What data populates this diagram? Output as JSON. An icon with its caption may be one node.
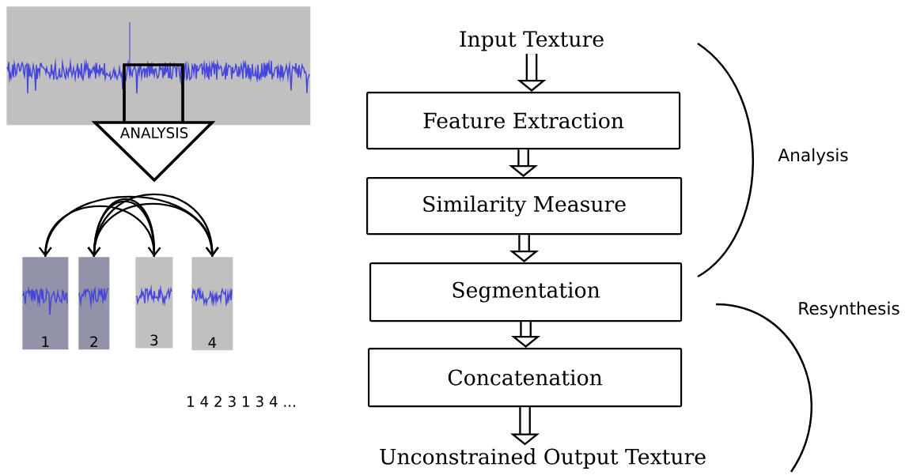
{
  "diagram": {
    "nodes": [
      {
        "text": [],
        "shape": "picture"
      },
      {
        "text": [
          "ANALYSIS"
        ]
      },
      {
        "text": [
          "1"
        ]
      },
      {
        "text": [
          "2"
        ]
      },
      {
        "text": [
          "3"
        ]
      },
      {
        "text": [
          "4"
        ]
      },
      {
        "text": [
          "Input Texture"
        ]
      },
      {
        "text": [
          "Feature Extraction"
        ]
      },
      {
        "text": [
          "Similarity Measure"
        ]
      },
      {
        "text": [
          "Segmentation"
        ]
      },
      {
        "text": [
          "Concatenation"
        ]
      },
      {
        "text": [
          "Unconstrained Output Texture"
        ]
      }
    ],
    "edges": [
      {
        "from": 4,
        "to": 2,
        "arrow": "to"
      },
      {
        "from": 5,
        "to": 3,
        "arrow": "to"
      },
      {
        "from": 4,
        "to": 3,
        "arrow": "to"
      },
      {
        "from": 3,
        "to": 4,
        "arrow": "to"
      },
      {
        "from": 2,
        "to": 5,
        "arrow": "to"
      },
      {
        "from": 3,
        "to": 5,
        "arrow": "to"
      },
      {
        "from": 6,
        "to": 7,
        "arrow": "to",
        "style": "thick"
      },
      {
        "from": 7,
        "to": 8,
        "arrow": "to",
        "style": "thick"
      },
      {
        "from": 8,
        "to": 9,
        "arrow": "to",
        "style": "thick"
      },
      {
        "from": 9,
        "to": 10,
        "arrow": "to",
        "style": "thick"
      },
      {
        "from": 10,
        "to": 11,
        "arrow": "to",
        "style": "thick"
      }
    ],
    "labels": [
      "1 4 2 3 1 3 4 ...",
      "Analysis",
      "Resynthesis"
    ]
  }
}
